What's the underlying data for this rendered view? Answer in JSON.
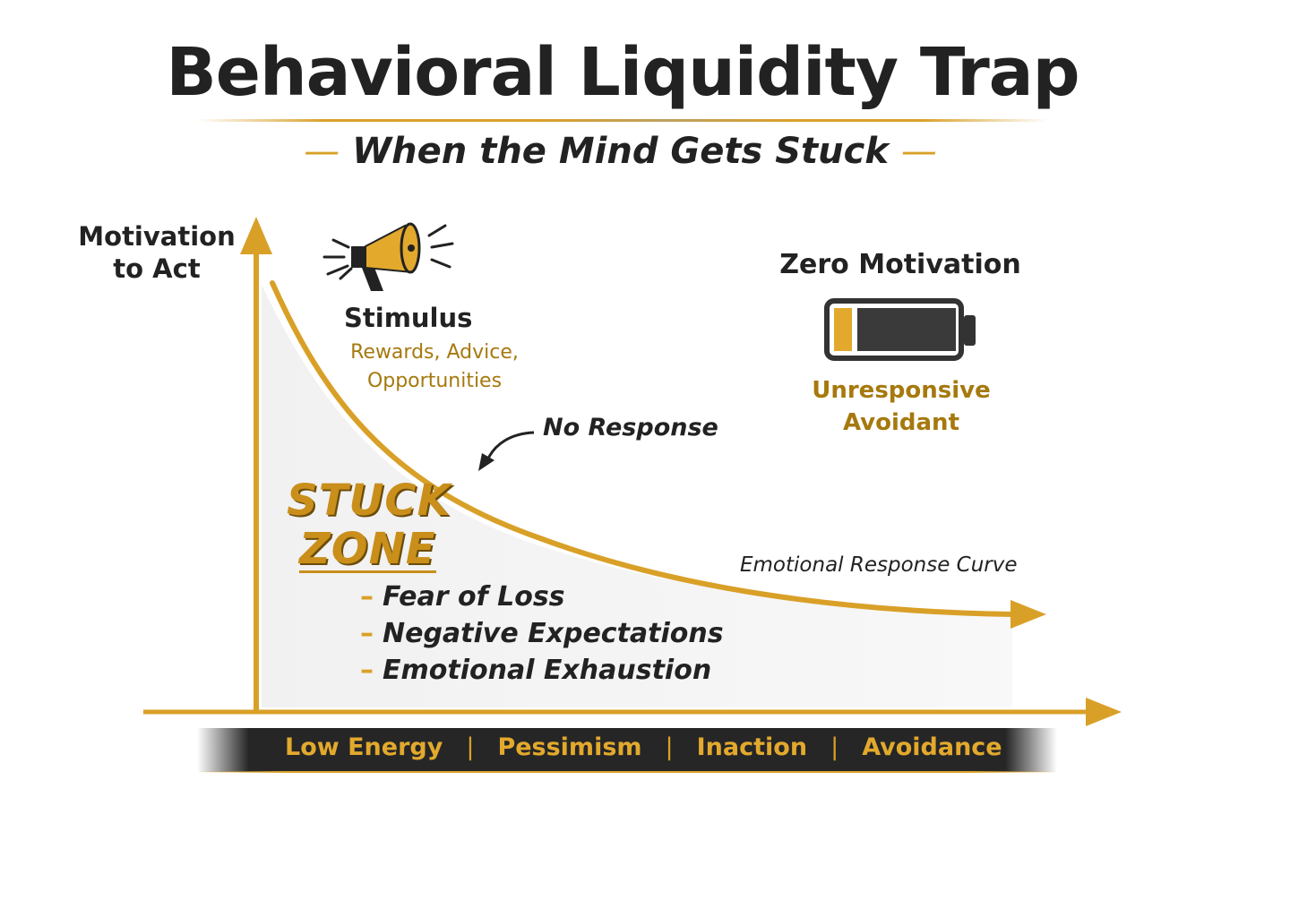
{
  "title": "Behavioral Liquidity Trap",
  "subtitle": "When the Mind Gets Stuck",
  "y_axis_label": [
    "Motivation",
    "to Act"
  ],
  "stimulus": {
    "title": "Stimulus",
    "lines": [
      "Rewards, Advice,",
      "Opportunities"
    ],
    "icon": "megaphone-icon"
  },
  "zero_motivation": {
    "title": "Zero Motivation",
    "lines": [
      "Unresponsive",
      "Avoidant"
    ],
    "icon": "low-battery-icon",
    "battery_level": 0.15
  },
  "no_response": "No Response",
  "curve_label": "Emotional Response Curve",
  "stuck_zone": {
    "title_line1": "STUCK",
    "title_line2": "ZONE",
    "items": [
      "Fear of Loss",
      "Negative Expectations",
      "Emotional Exhaustion"
    ]
  },
  "band_items": [
    "Low Energy",
    "Pessimism",
    "Inaction",
    "Avoidance"
  ],
  "colors": {
    "gold": "#d9a028",
    "dark_gold": "#a6790e",
    "text": "#222222",
    "band": "#262626"
  }
}
